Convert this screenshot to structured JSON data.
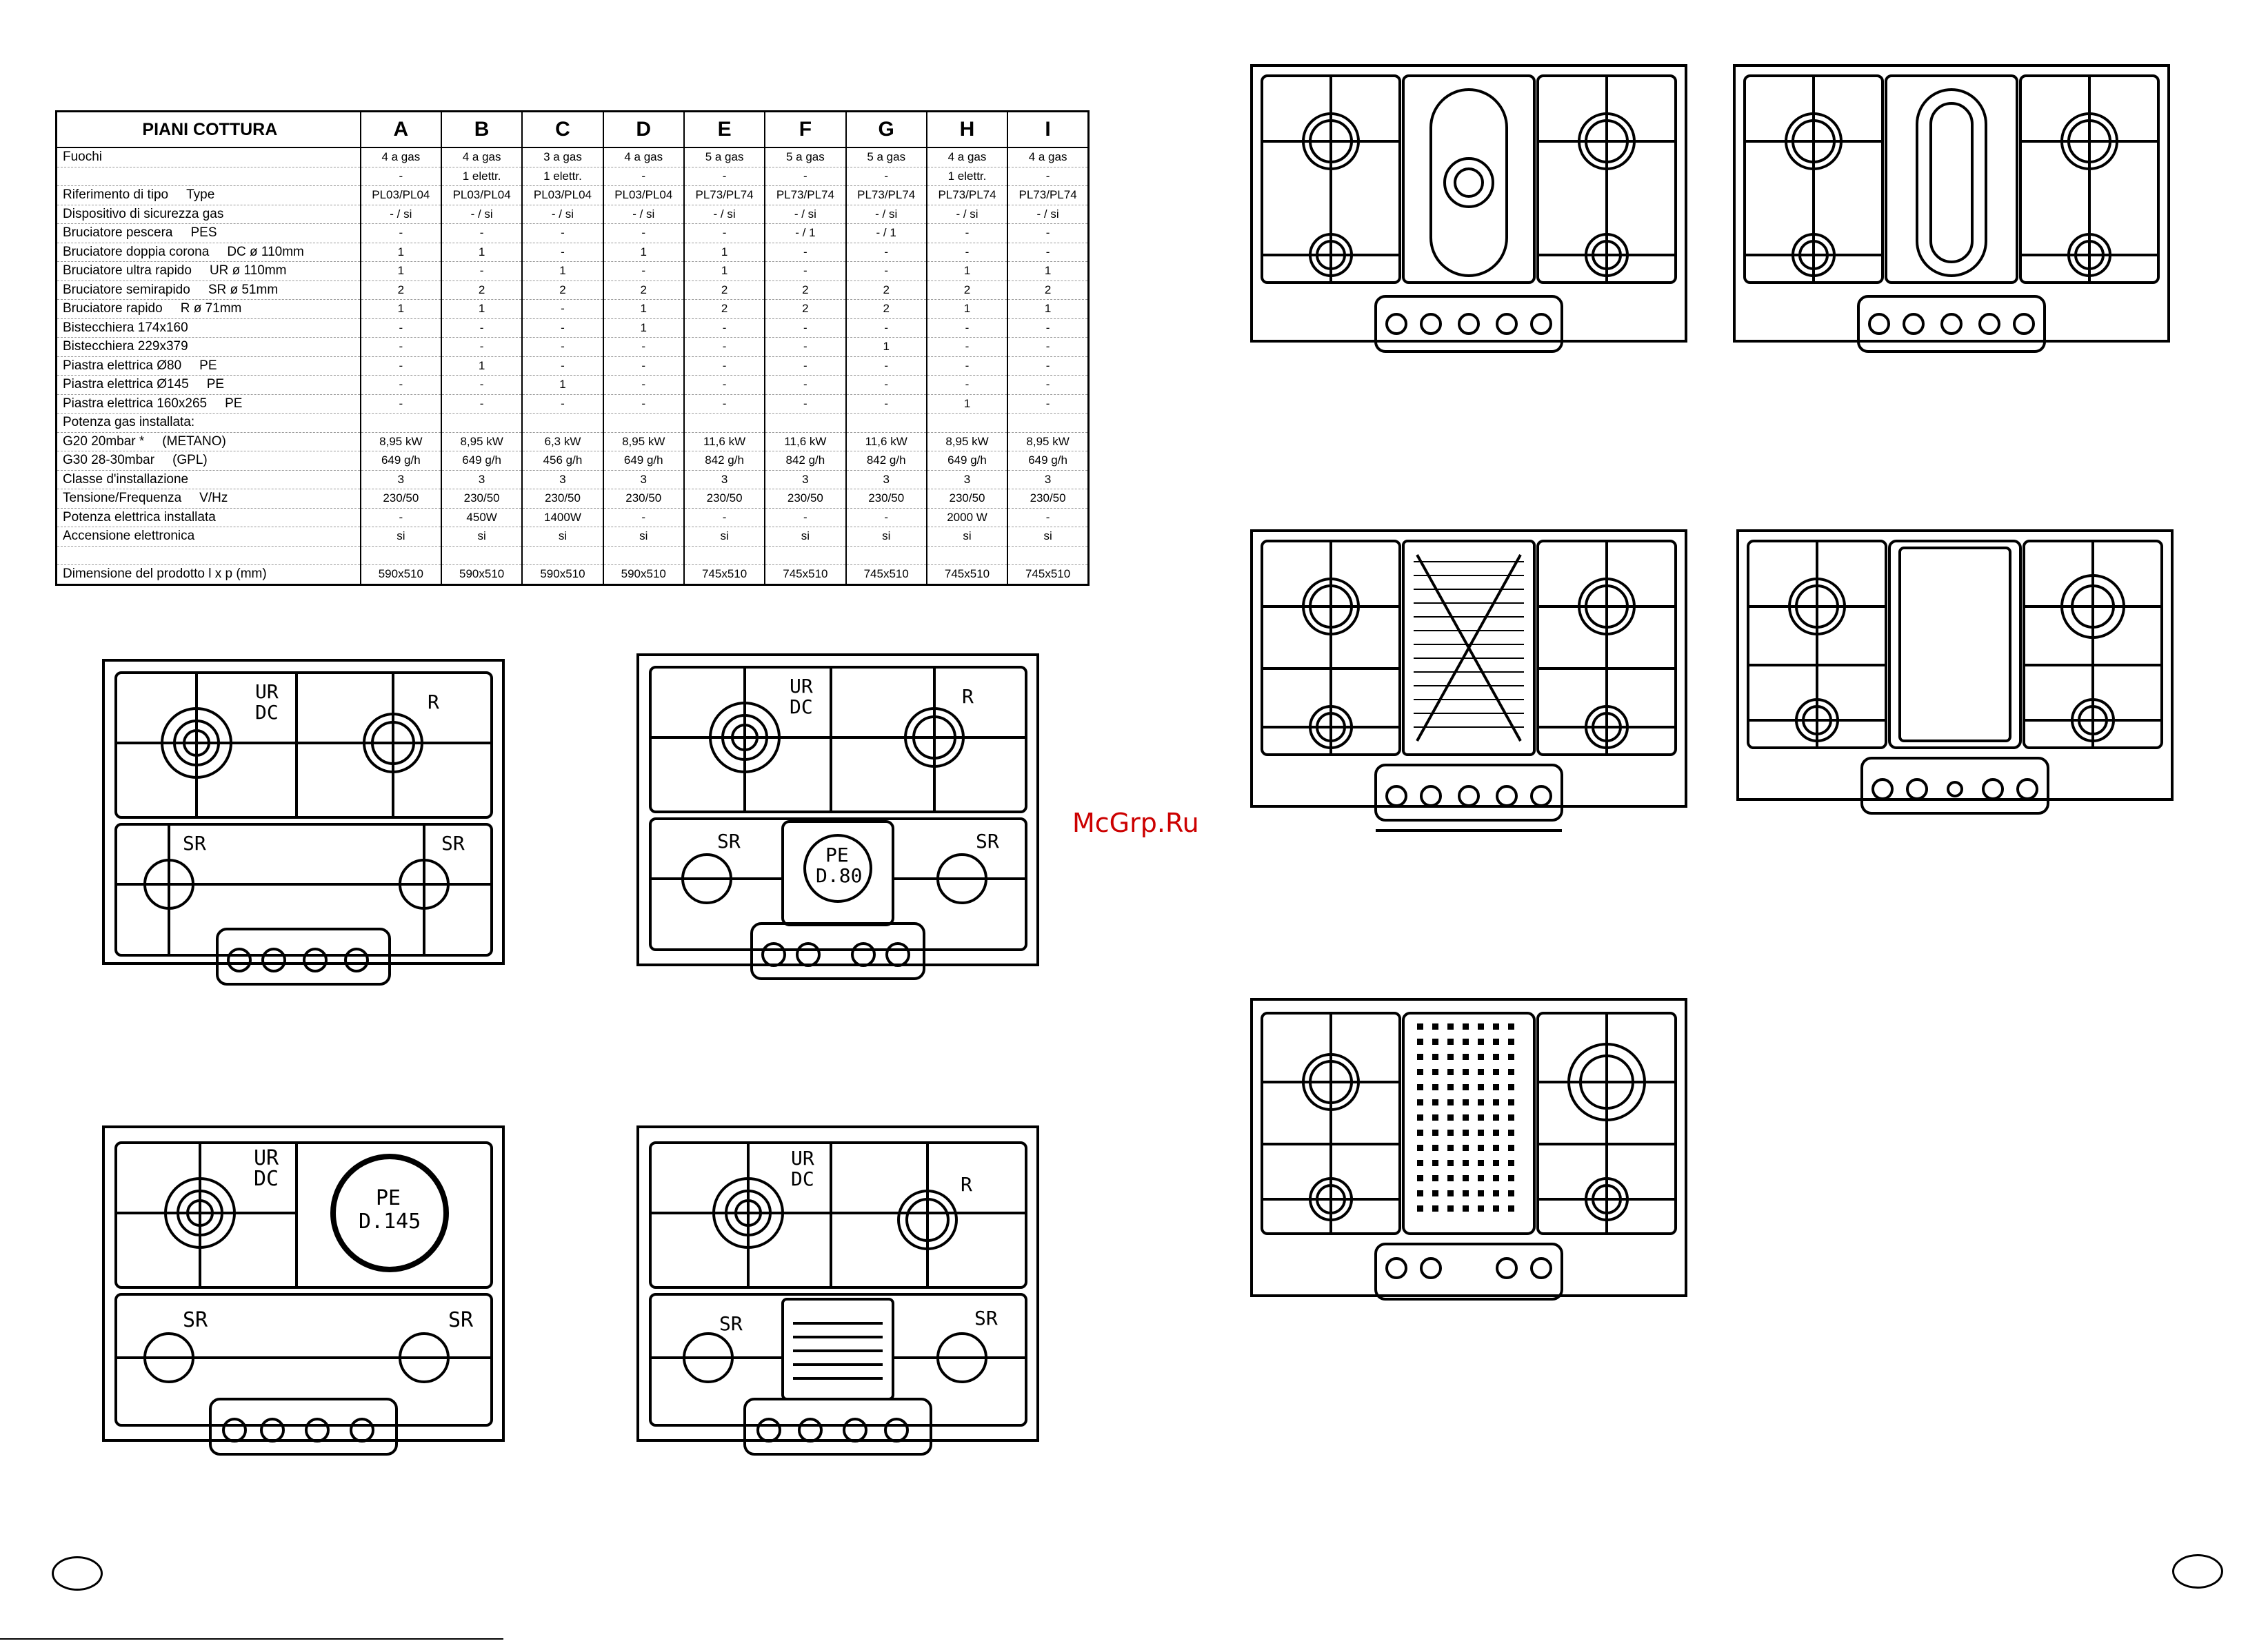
{
  "table": {
    "title": "PIANI COTTURA",
    "columns": [
      "A",
      "B",
      "C",
      "D",
      "E",
      "F",
      "G",
      "H",
      "I"
    ],
    "rows": [
      {
        "label": "Fuochi",
        "unit": "",
        "cells": [
          "4 a gas",
          "4 a gas",
          "3 a gas",
          "4 a gas",
          "5 a gas",
          "5 a gas",
          "5 a gas",
          "4 a gas",
          "4 a gas"
        ]
      },
      {
        "label": "",
        "unit": "",
        "cells": [
          "-",
          "1 elettr.",
          "1 elettr.",
          "-",
          "-",
          "-",
          "-",
          "1 elettr.",
          "-"
        ]
      },
      {
        "label": "Riferimento di tipo",
        "unit": "Type",
        "cells": [
          "PL03/PL04",
          "PL03/PL04",
          "PL03/PL04",
          "PL03/PL04",
          "PL73/PL74",
          "PL73/PL74",
          "PL73/PL74",
          "PL73/PL74",
          "PL73/PL74"
        ]
      },
      {
        "label": "Dispositivo di sicurezza gas",
        "unit": "",
        "cells": [
          "- / si",
          "- / si",
          "- / si",
          "- / si",
          "- / si",
          "- / si",
          "- / si",
          "- / si",
          "- / si"
        ]
      },
      {
        "label": "Bruciatore pescera",
        "unit": "PES",
        "cells": [
          "-",
          "-",
          "-",
          "-",
          "-",
          "- / 1",
          "- / 1",
          "-",
          "-"
        ]
      },
      {
        "label": "Bruciatore doppia corona",
        "unit": "DC ø 110mm",
        "cells": [
          "1",
          "1",
          "-",
          "1",
          "1",
          "-",
          "-",
          "-",
          "-"
        ]
      },
      {
        "label": "Bruciatore ultra rapido",
        "unit": "UR ø 110mm",
        "cells": [
          "1",
          "-",
          "1",
          "-",
          "1",
          "-",
          "-",
          "1",
          "1"
        ]
      },
      {
        "label": "Bruciatore semirapido",
        "unit": "SR ø 51mm",
        "cells": [
          "2",
          "2",
          "2",
          "2",
          "2",
          "2",
          "2",
          "2",
          "2"
        ]
      },
      {
        "label": "Bruciatore rapido",
        "unit": "R   ø 71mm",
        "cells": [
          "1",
          "1",
          "-",
          "1",
          "2",
          "2",
          "2",
          "1",
          "1"
        ]
      },
      {
        "label": "Bistecchiera 174x160",
        "unit": "",
        "cells": [
          "-",
          "-",
          "-",
          "1",
          "-",
          "-",
          "-",
          "-",
          "-"
        ]
      },
      {
        "label": "Bistecchiera 229x379",
        "unit": "",
        "cells": [
          "-",
          "-",
          "-",
          "-",
          "-",
          "-",
          "1",
          "-",
          "-"
        ]
      },
      {
        "label": "Piastra elettrica      Ø80",
        "unit": "PE",
        "cells": [
          "-",
          "1",
          "-",
          "-",
          "-",
          "-",
          "-",
          "-",
          "-"
        ]
      },
      {
        "label": "Piastra elettrica      Ø145",
        "unit": "PE",
        "cells": [
          "-",
          "-",
          "1",
          "-",
          "-",
          "-",
          "-",
          "-",
          "-"
        ]
      },
      {
        "label": "Piastra elettrica      160x265",
        "unit": "PE",
        "cells": [
          "-",
          "-",
          "-",
          "-",
          "-",
          "-",
          "-",
          "1",
          "-"
        ]
      },
      {
        "label": "Potenza gas installata:",
        "unit": "",
        "cells": [
          "",
          "",
          "",
          "",
          "",
          "",
          "",
          "",
          ""
        ]
      },
      {
        "label": " G20 20mbar *",
        "unit": "(METANO)",
        "cells": [
          "8,95 kW",
          "8,95 kW",
          "6,3 kW",
          "8,95 kW",
          "11,6 kW",
          "11,6 kW",
          "11,6 kW",
          "8,95 kW",
          "8,95 kW"
        ]
      },
      {
        "label": " G30 28-30mbar",
        "unit": "(GPL)",
        "cells": [
          "649 g/h",
          "649 g/h",
          "456 g/h",
          "649 g/h",
          "842 g/h",
          "842 g/h",
          "842 g/h",
          "649 g/h",
          "649 g/h"
        ]
      },
      {
        "label": "Classe d'installazione",
        "unit": "",
        "cells": [
          "3",
          "3",
          "3",
          "3",
          "3",
          "3",
          "3",
          "3",
          "3"
        ]
      },
      {
        "label": "Tensione/Frequenza",
        "unit": "V/Hz",
        "cells": [
          "230/50",
          "230/50",
          "230/50",
          "230/50",
          "230/50",
          "230/50",
          "230/50",
          "230/50",
          "230/50"
        ]
      },
      {
        "label": "Potenza elettrica installata",
        "unit": "",
        "cells": [
          "-",
          "450W",
          "1400W",
          "-",
          "-",
          "-",
          "-",
          "2000 W",
          "-"
        ]
      },
      {
        "label": "Accensione elettronica",
        "unit": "",
        "cells": [
          "si",
          "si",
          "si",
          "si",
          "si",
          "si",
          "si",
          "si",
          "si"
        ]
      },
      {
        "label": "",
        "unit": "",
        "cells": [
          "",
          "",
          "",
          "",
          "",
          "",
          "",
          "",
          ""
        ]
      },
      {
        "label": "Dimensione del prodotto  l x p (mm)",
        "unit": "",
        "cells": [
          "590x510",
          "590x510",
          "590x510",
          "590x510",
          "745x510",
          "745x510",
          "745x510",
          "745x510",
          "745x510"
        ]
      }
    ]
  },
  "drawings": {
    "a": {
      "ur": "UR",
      "dc": "DC",
      "r": "R",
      "sr1": "SR",
      "sr2": "SR"
    },
    "b": {
      "ur": "UR",
      "dc": "DC",
      "r": "R",
      "sr1": "SR",
      "sr2": "SR",
      "pe1": "PE",
      "pe2": "D.80"
    },
    "c": {
      "ur": "UR",
      "dc": "DC",
      "sr1": "SR",
      "sr2": "SR",
      "pe1": "PE",
      "pe2": "D.145"
    },
    "d": {
      "ur": "UR",
      "dc": "DC",
      "r": "R",
      "sr1": "SR",
      "sr2": "SR"
    }
  },
  "watermark": "McGrp.Ru"
}
